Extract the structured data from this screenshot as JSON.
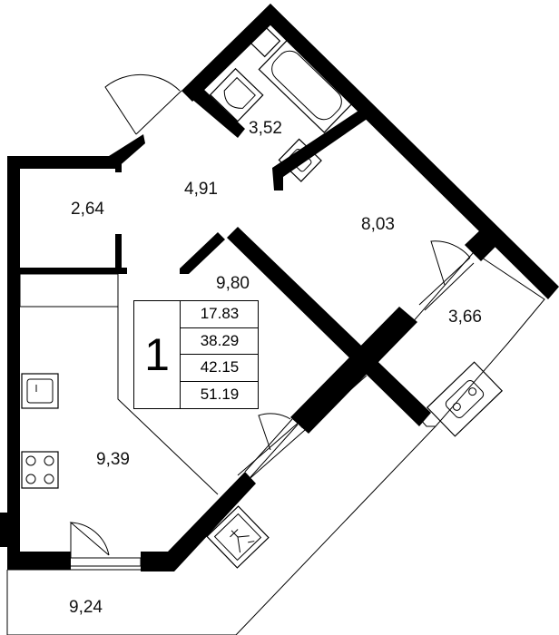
{
  "rooms": {
    "bathroom": "3,52",
    "hall": "4,91",
    "wardrobe": "2,64",
    "bedroom": "8,03",
    "living": "9,80",
    "balcony_right": "3,66",
    "kitchen": "9,39",
    "balcony_bottom": "9,24"
  },
  "legend": {
    "rooms_count": "1",
    "areas": [
      "17.83",
      "38.29",
      "42.15",
      "51.19"
    ]
  },
  "icons": [
    "bathtub-icon",
    "toilet-icon",
    "sink-icon",
    "stove-icon",
    "ac-unit-icon",
    "fire-exit-icon"
  ]
}
